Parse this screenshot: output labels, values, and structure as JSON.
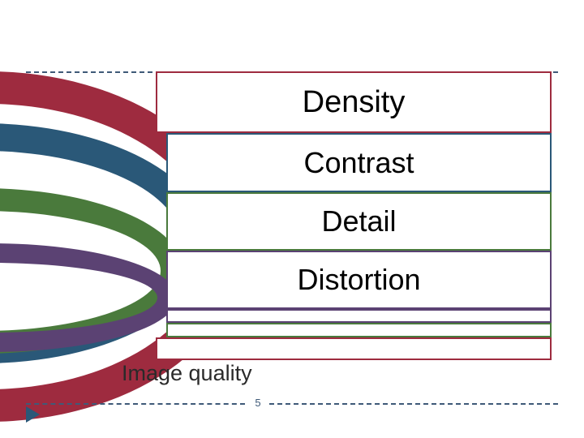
{
  "slide": {
    "caption": "Image quality",
    "slide_number": "5",
    "layers": [
      {
        "label": "Density",
        "color": "#9e2b3f"
      },
      {
        "label": "Contrast",
        "color": "#2a5878"
      },
      {
        "label": "Detail",
        "color": "#4a7a3c"
      },
      {
        "label": "Distortion",
        "color": "#5b4273"
      }
    ],
    "decorations": {
      "top_divider": "dashed-line",
      "bottom_divider": "dashed-line",
      "marker": "play-triangle"
    }
  }
}
